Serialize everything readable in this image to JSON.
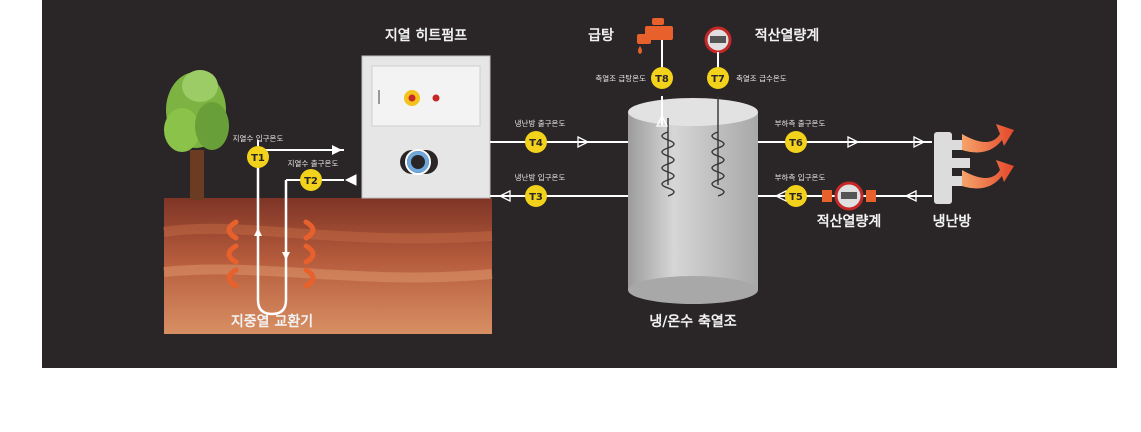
{
  "labels": {
    "heat_pump": "지열 히트펌프",
    "hot_water": "급탕",
    "heat_meter_top": "적산열량계",
    "heat_meter_bottom": "적산열량계",
    "ground_exchanger": "지중열 교환기",
    "storage_tank": "냉/온수 축열조",
    "heating_cooling": "냉난방"
  },
  "sensors": [
    {
      "id": "T1",
      "desc": "지열수 입구온도"
    },
    {
      "id": "T2",
      "desc": "지열수 출구온도"
    },
    {
      "id": "T3",
      "desc": "냉난방 입구온도"
    },
    {
      "id": "T4",
      "desc": "냉난방 출구온도"
    },
    {
      "id": "T5",
      "desc": "부하측 입구온도"
    },
    {
      "id": "T6",
      "desc": "부하측 출구온도"
    },
    {
      "id": "T7",
      "desc": "축열조 급수온도"
    },
    {
      "id": "T8",
      "desc": "축열조 급탕온도"
    }
  ],
  "colors": {
    "background": "#2a2627",
    "sensor_badge": "#f3d21c",
    "soil_top": "#8a3a2a",
    "soil_bottom": "#d4865a",
    "tank": "#c8c8c8",
    "heat_pump": "#e9e9e9",
    "tree": "#7cb342",
    "flame": "#e8602c"
  }
}
